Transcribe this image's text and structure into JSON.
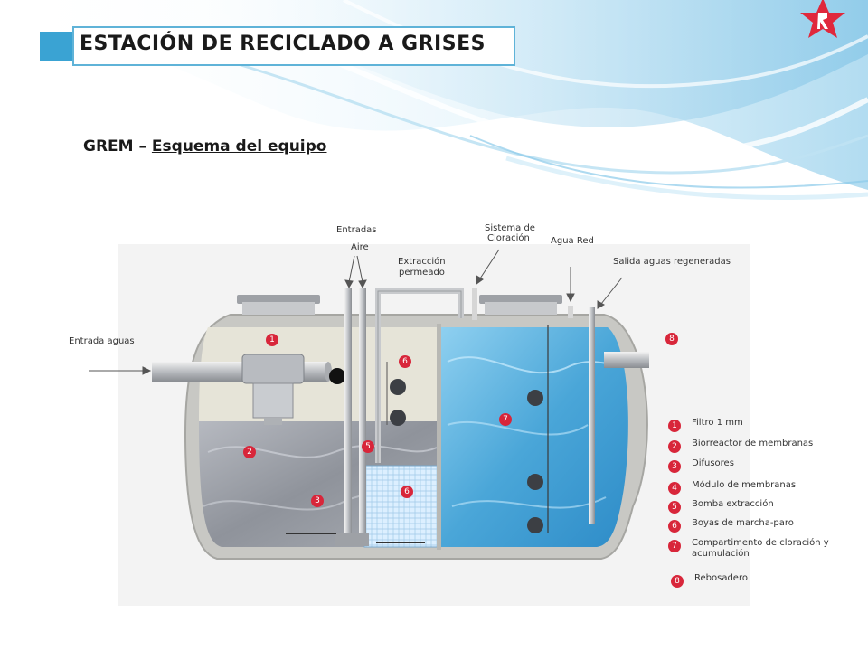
{
  "header": {
    "title": "ESTACIÓN DE RECICLADO A GRISES",
    "subtitle_prefix": "GREM – ",
    "subtitle_underlined": "Esquema del equipo"
  },
  "labels": {
    "entradas": "Entradas",
    "aire": "Aire",
    "sistema_cloracion_1": "Sistema de",
    "sistema_cloracion_2": "Cloración",
    "agua_red": "Agua Red",
    "extraccion_1": "Extracción",
    "extraccion_2": "permeado",
    "salida": "Salida aguas regeneradas",
    "entrada_aguas": "Entrada aguas"
  },
  "diagram_badges": [
    "1",
    "2",
    "3",
    "5",
    "6",
    "6",
    "7",
    "8"
  ],
  "legend": [
    {
      "num": "1",
      "text": "Filtro 1 mm"
    },
    {
      "num": "2",
      "text": "Biorreactor de membranas"
    },
    {
      "num": "3",
      "text": "Difusores"
    },
    {
      "num": "4",
      "text": "Módulo de membranas"
    },
    {
      "num": "5",
      "text": "Bomba extracción"
    },
    {
      "num": "6",
      "text": "Boyas de marcha-paro"
    },
    {
      "num": "7",
      "text": "Compartimento de cloración y acumulación"
    },
    {
      "num": "8",
      "text": "Rebosadero"
    }
  ],
  "colors": {
    "accent": "#3aa3d3",
    "badge": "#d8263a",
    "clean_water": "#4aa6d8",
    "grey_water": "#9a9ea6",
    "tank_shell": "#c8c8c4"
  },
  "icons": {
    "logo": "red-star-r-logo"
  }
}
